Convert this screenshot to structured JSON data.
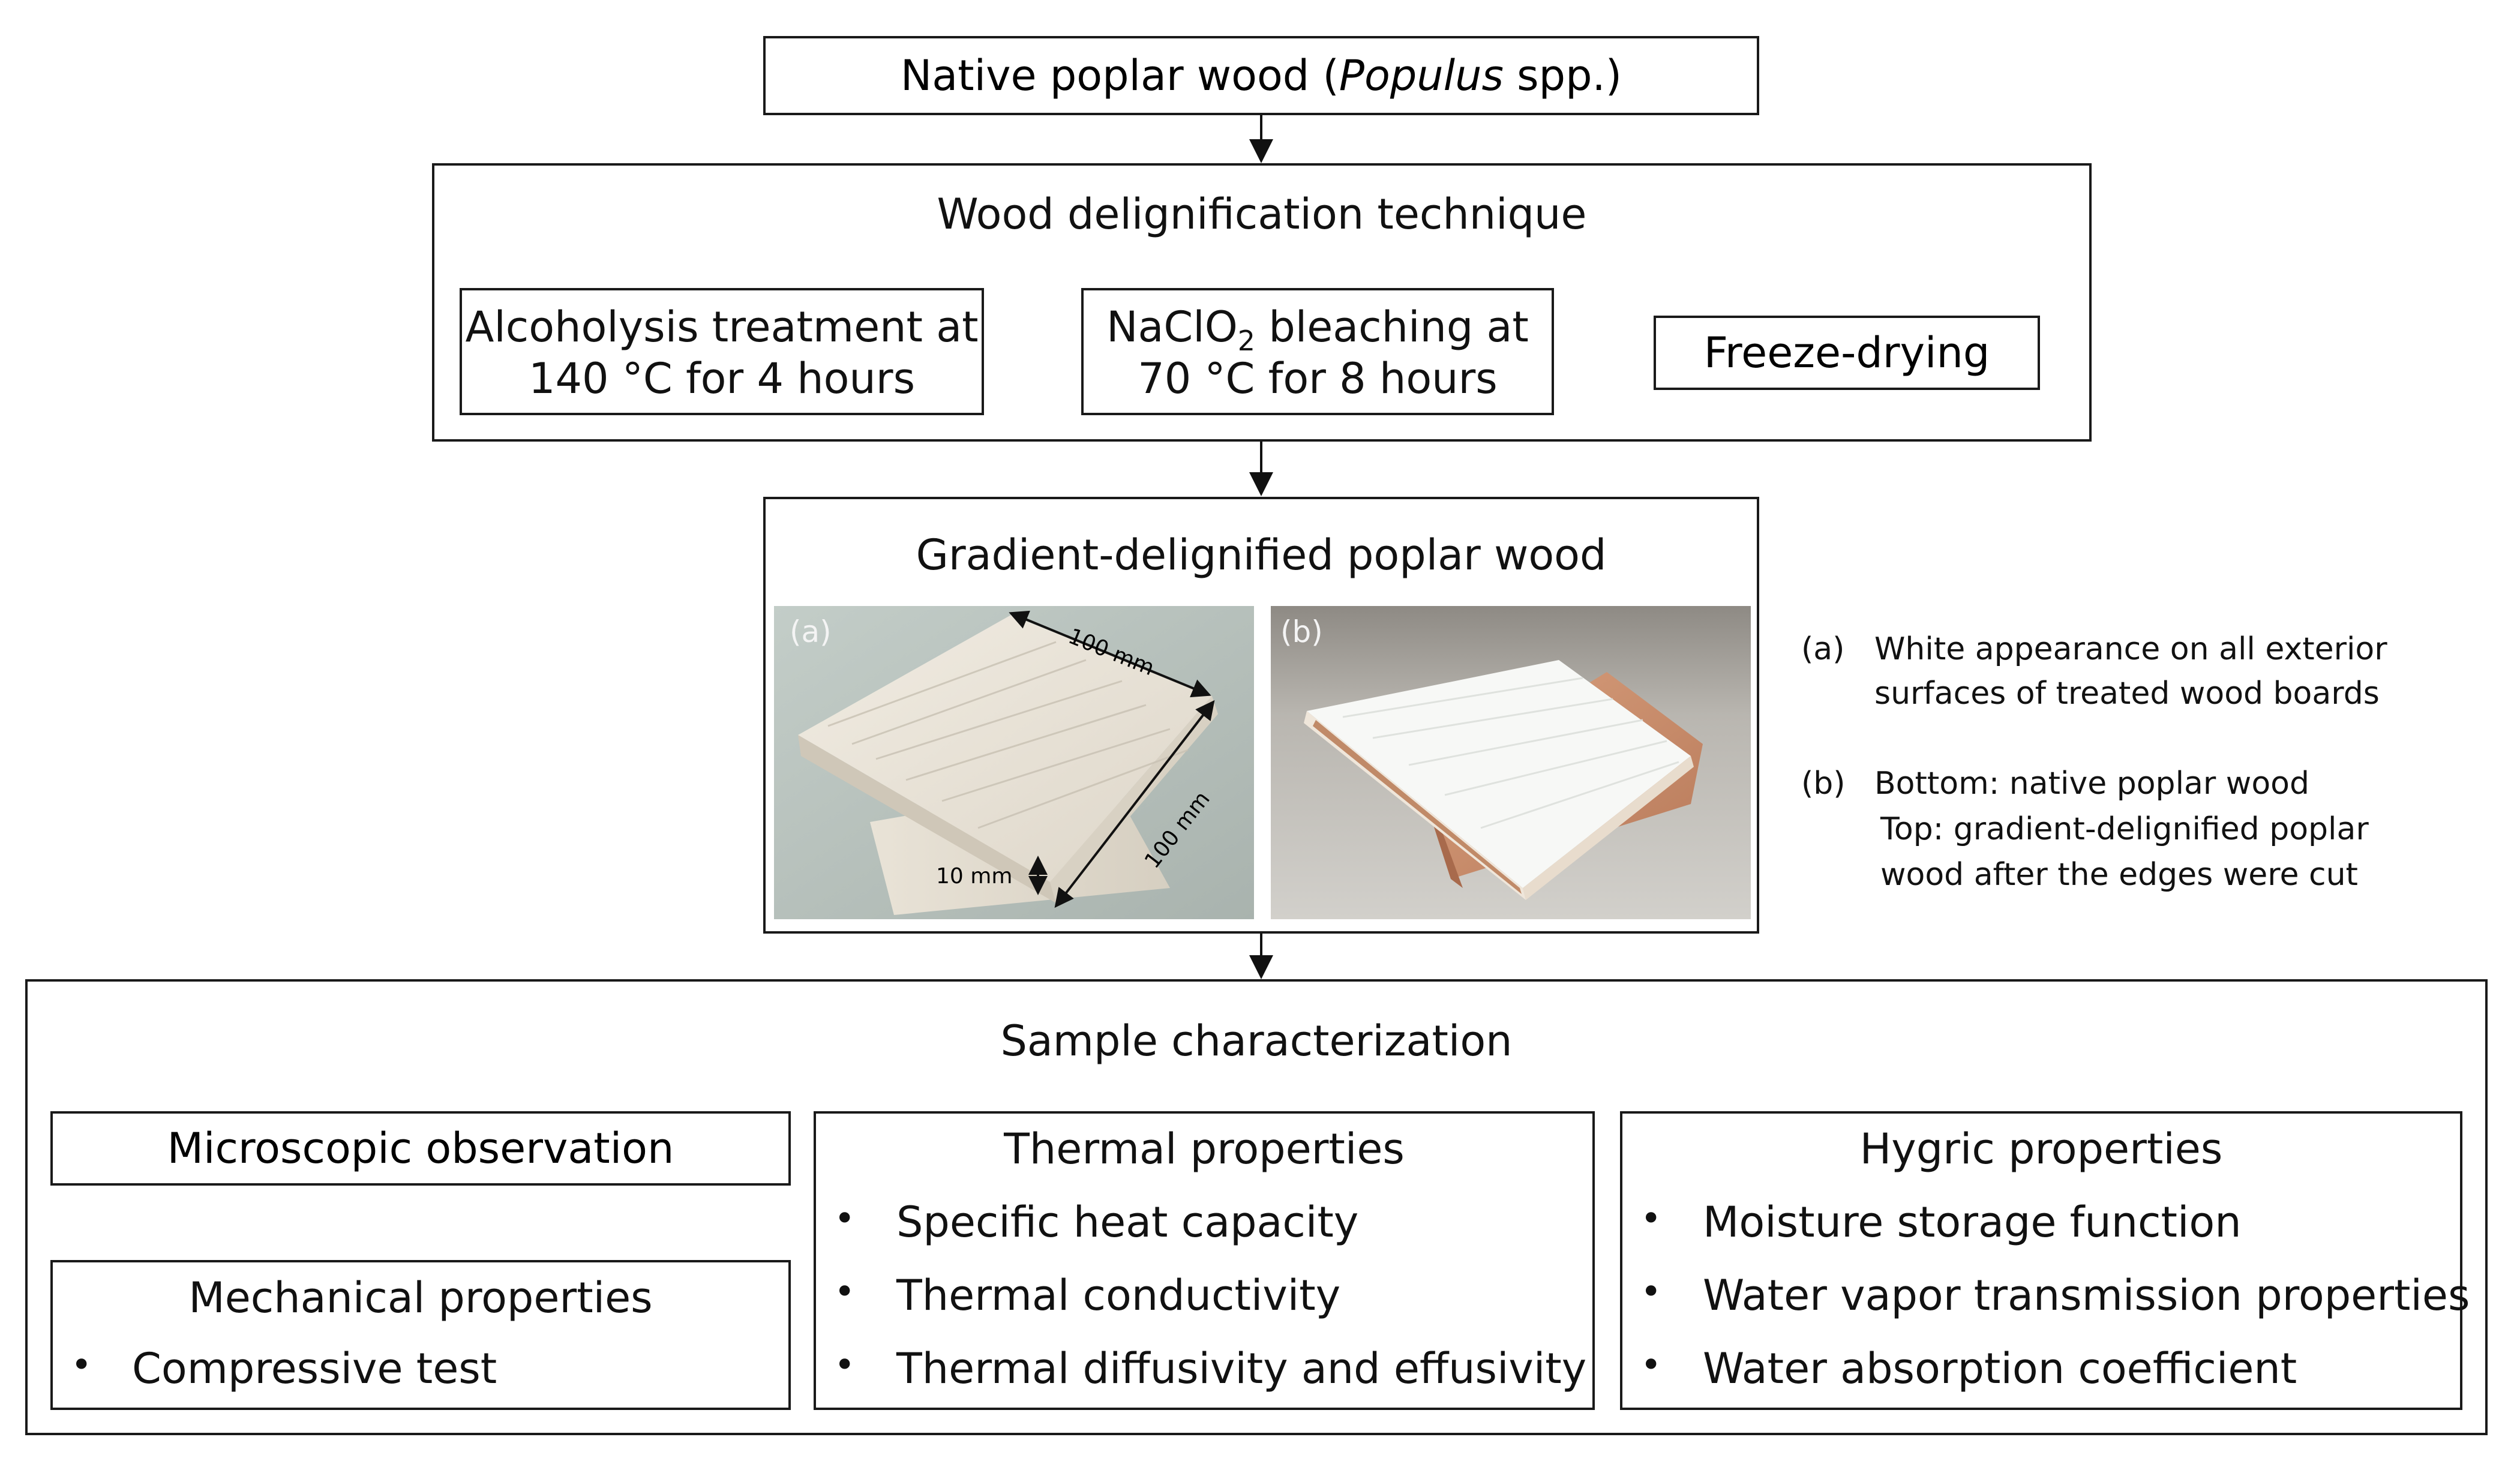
{
  "top_box": {
    "prefix": "Native poplar wood (",
    "italic": "Populus",
    "suffix": " spp.)"
  },
  "delig": {
    "title": "Wood delignification technique",
    "step1": [
      "Alcoholysis treatment at",
      "140 °C for 4 hours"
    ],
    "step2_pre": "NaClO",
    "step2_sub": "2",
    "step2_post": " bleaching at",
    "step2_line2": "70 °C for 8 hours",
    "step3": "Freeze-drying"
  },
  "gradient": {
    "title": "Gradient-delignified poplar wood",
    "photo_a_label": "(a)",
    "photo_b_label": "(b)",
    "dim_top": "100 mm",
    "dim_side": "100 mm",
    "dim_thick": "10 mm"
  },
  "notes": {
    "a_tag": "(a)",
    "a_lines": [
      "White appearance on all exterior",
      "surfaces of treated wood boards"
    ],
    "b_tag": "(b)",
    "b_lines": [
      "Bottom: native poplar wood",
      "Top: gradient-delignified poplar",
      "wood after the edges were cut"
    ]
  },
  "characterization": {
    "title": "Sample characterization",
    "microscopic": "Microscopic observation",
    "mechanical": {
      "title": "Mechanical properties",
      "items": [
        "Compressive test"
      ]
    },
    "thermal": {
      "title": "Thermal properties",
      "items": [
        "Specific heat capacity",
        "Thermal conductivity",
        "Thermal diffusivity and effusivity"
      ]
    },
    "hygric": {
      "title": "Hygric properties",
      "items": [
        "Moisture storage function",
        "Water vapor transmission properties",
        "Water absorption coefficient"
      ]
    }
  },
  "bullet_char": "•"
}
